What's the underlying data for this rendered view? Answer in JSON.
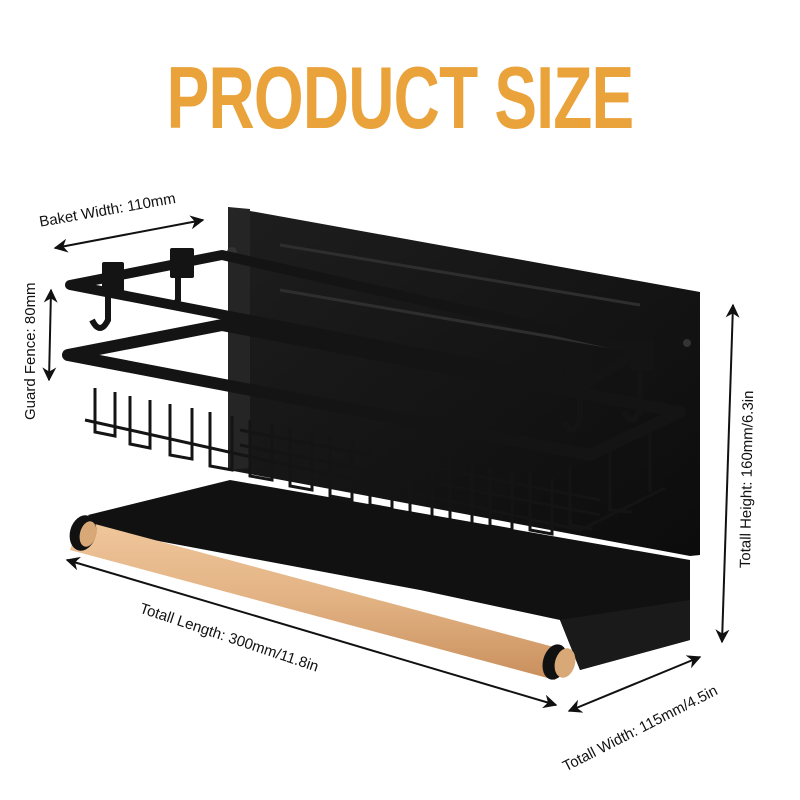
{
  "title": "PRODUCT SIZE",
  "colors": {
    "title": "#e9a33a",
    "rack": "#141414",
    "wood": "#e2b283",
    "arrow": "#111111",
    "background": "#ffffff"
  },
  "dimensions": {
    "basket_width": "Baket Width: 110mm",
    "guard_fence": "Guard Fence: 80mm",
    "total_height": "Totall Height: 160mm/6.3in",
    "total_length": "Totall Length: 300mm/11.8in",
    "total_width": "Totall Width: 115mm/4.5in"
  },
  "product": {
    "name": "wall-mounted spice rack with paper towel holder",
    "parts": [
      "back-plate",
      "basket",
      "guard-fence",
      "hooks",
      "wooden-roller",
      "bottom-bracket"
    ]
  }
}
